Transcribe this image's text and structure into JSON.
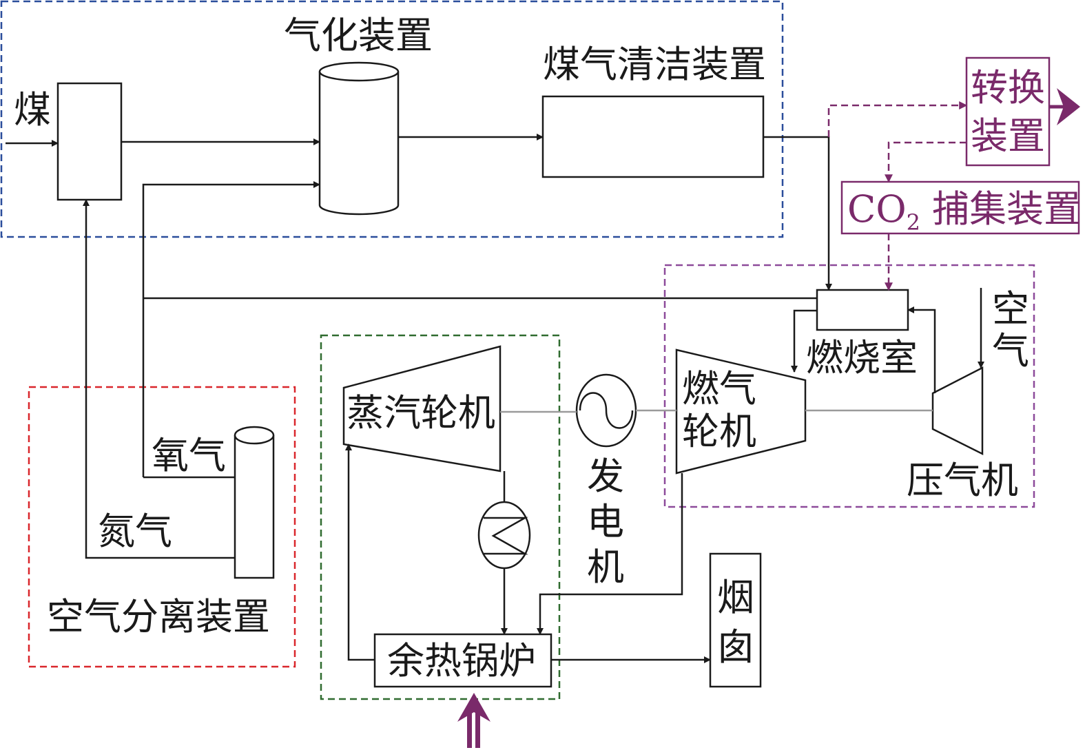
{
  "colors": {
    "line": "#1a1a1a",
    "gray_shaft": "#9a9a9a",
    "frame_blue": "#2a4d9b",
    "frame_red": "#d9262b",
    "frame_green": "#2f6b2f",
    "frame_purple": "#8d4a9a",
    "accent_purple": "#7a2a6a"
  },
  "labels": {
    "coal": "煤",
    "gasifier": "气化装置",
    "gas_cleaning": "煤气清洁装置",
    "conversion_1": "转换",
    "conversion_2": "装置",
    "co2_capture_prefix": "CO",
    "co2_capture_sub": "2",
    "co2_capture_suffix": " 捕集装置",
    "air_1": "空",
    "air_2": "气",
    "combustor": "燃烧室",
    "gas_turbine_1": "燃气",
    "gas_turbine_2": "轮机",
    "compressor": "压气机",
    "steam_turbine": "蒸汽轮机",
    "generator_1": "发",
    "generator_2": "电",
    "generator_3": "机",
    "oxygen": "氧气",
    "nitrogen": "氮气",
    "asu": "空气分离装置",
    "hrsg": "余热锅炉",
    "chimney_1": "烟",
    "chimney_2": "囱"
  }
}
